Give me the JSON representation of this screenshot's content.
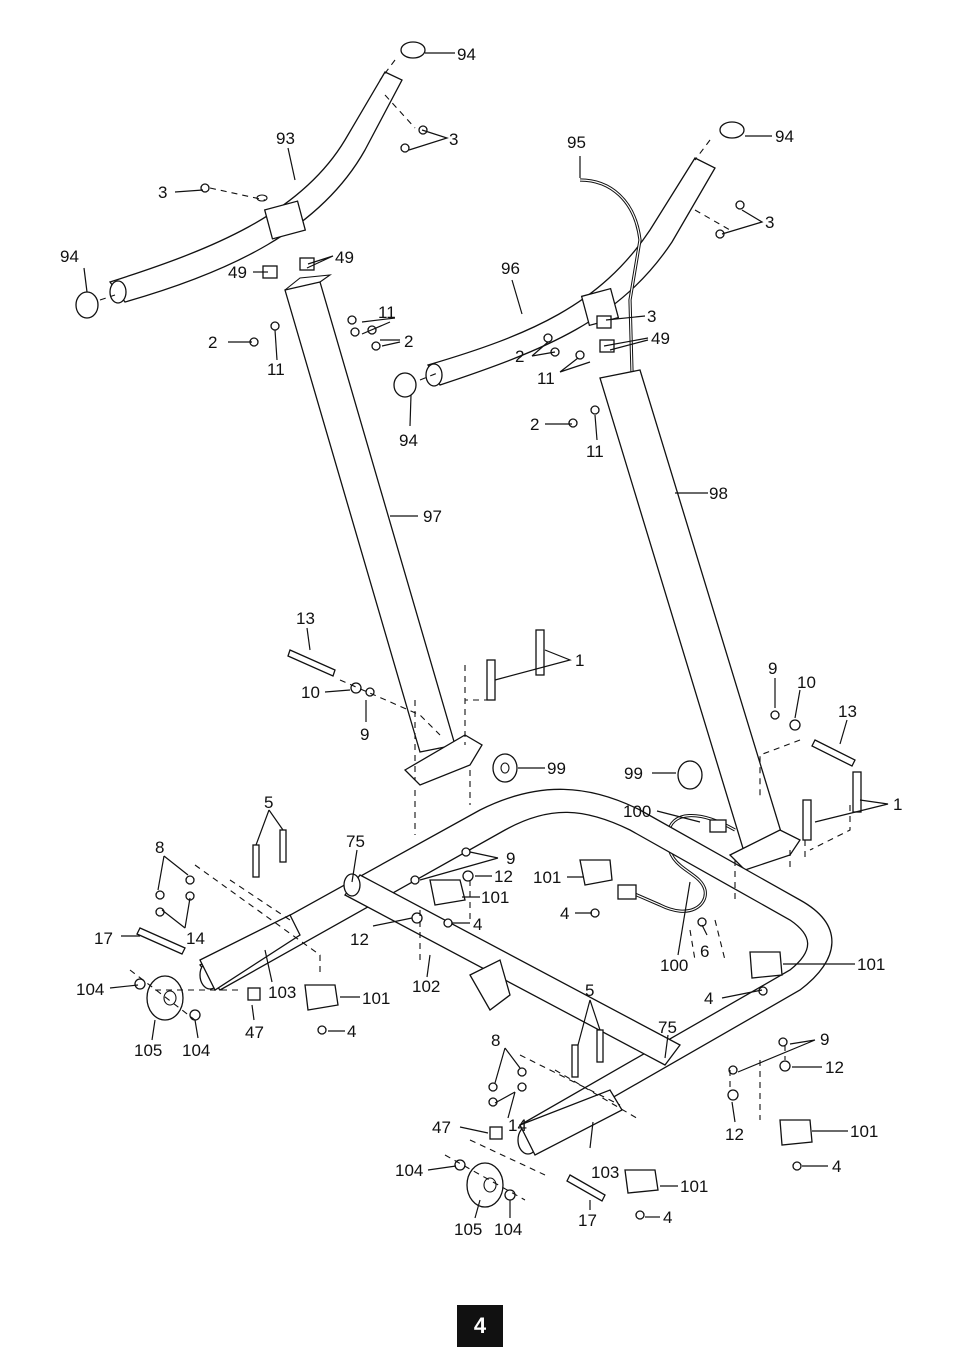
{
  "page_number": "4",
  "callouts": {
    "c94a": "94",
    "c94b": "94",
    "c94c": "94",
    "c94d": "94",
    "c93": "93",
    "c95": "95",
    "c96": "96",
    "c97": "97",
    "c98": "98",
    "c3a": "3",
    "c3b": "3",
    "c3c": "3",
    "c3d": "3",
    "c49a": "49",
    "c49b": "49",
    "c49c": "49",
    "c2a": "2",
    "c2b": "2",
    "c2c": "2",
    "c2d": "2",
    "c11a": "11",
    "c11b": "11",
    "c11c": "11",
    "c11d": "11",
    "c13a": "13",
    "c13b": "13",
    "c10a": "10",
    "c10b": "10",
    "c9a": "9",
    "c9b": "9",
    "c9c": "9",
    "c9d": "9",
    "c1a": "1",
    "c1b": "1",
    "c99a": "99",
    "c99b": "99",
    "c100a": "100",
    "c100b": "100",
    "c5a": "5",
    "c5b": "5",
    "c75a": "75",
    "c75b": "75",
    "c8a": "8",
    "c8b": "8",
    "c12a": "12",
    "c12b": "12",
    "c12c": "12",
    "c12d": "12",
    "c101a": "101",
    "c101b": "101",
    "c101c": "101",
    "c101d": "101",
    "c101e": "101",
    "c101f": "101",
    "c4a": "4",
    "c4b": "4",
    "c4c": "4",
    "c4d": "4",
    "c4e": "4",
    "c4f": "4",
    "c17a": "17",
    "c17b": "17",
    "c14a": "14",
    "c14b": "14",
    "c104a": "104",
    "c104b": "104",
    "c104c": "104",
    "c104d": "104",
    "c103a": "103",
    "c103b": "103",
    "c102": "102",
    "c47a": "47",
    "c47b": "47",
    "c105a": "105",
    "c105b": "105",
    "c6": "6"
  }
}
